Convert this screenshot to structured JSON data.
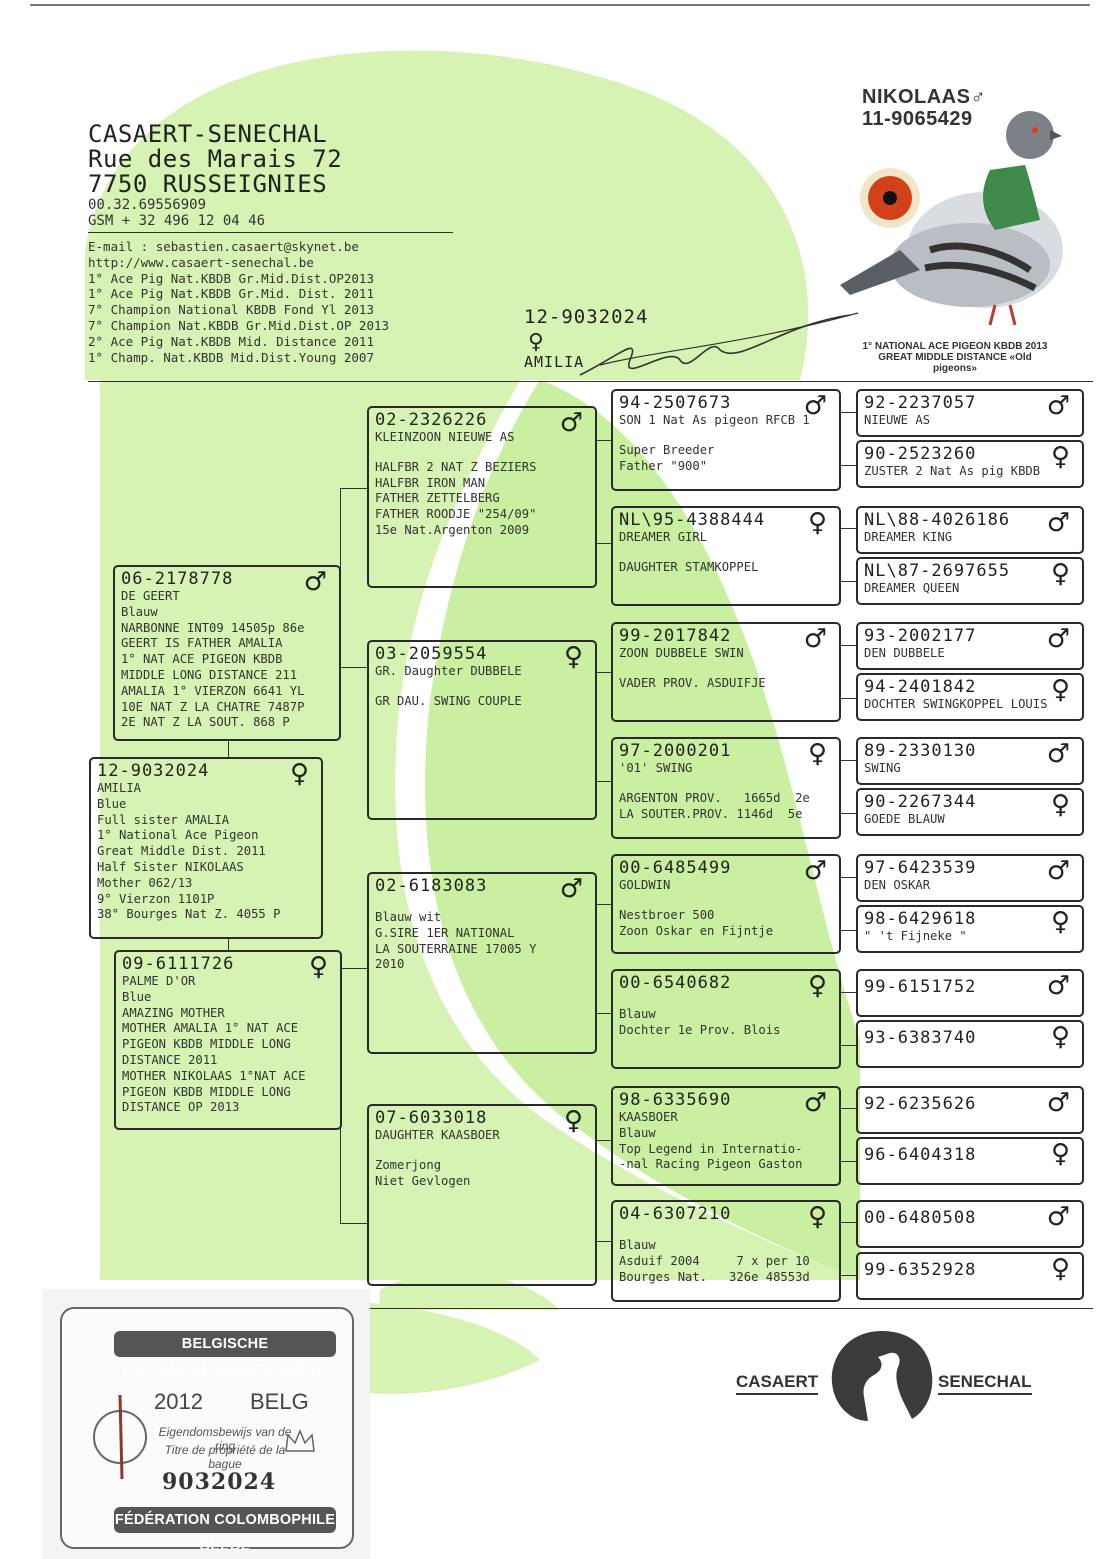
{
  "breeder": {
    "name": "CASAERT-SENECHAL",
    "street": "Rue des Marais 72",
    "city": "7750 RUSSEIGNIES",
    "phone": "00.32.69556909",
    "gsm": "GSM + 32 496 12 04 46",
    "email": "E-mail : sebastien.casaert@skynet.be",
    "website": "http://www.casaert-senechal.be",
    "achievements": [
      "1° Ace Pig Nat.KBDB Gr.Mid.Dist.OP2013",
      "1° Ace Pig Nat.KBDB Gr.Mid. Dist. 2011",
      "7° Champion National KBDB Fond Yl 2013",
      "7° Champion Nat.KBDB Gr.Mid.Dist.OP 2013",
      "2° Ace Pig Nat.KBDB Mid. Distance 2011",
      "1° Champ. Nat.KBDB Mid.Dist.Young 2007"
    ]
  },
  "subject": {
    "ring": "12-9032024",
    "sex": "♀",
    "name": "AMILIA"
  },
  "featured": {
    "name": "NIKOLAAS♂",
    "ring": "11-9065429",
    "caption1": "1° NATIONAL ACE PIGEON KBDB 2013",
    "caption2": "GREAT MIDDLE DISTANCE «Old pigeons»"
  },
  "pedigree": {
    "subject": {
      "ring": "12-9032024",
      "sex": "♀",
      "lines": [
        "AMILIA",
        "Blue",
        "Full sister AMALIA",
        "1° National Ace Pigeon",
        "Great Middle Dist. 2011",
        "Half Sister NIKOLAAS",
        "Mother 062/13",
        "9° Vierzon 1101P",
        "38° Bourges Nat Z. 4055 P"
      ]
    },
    "sire": {
      "ring": "06-2178778",
      "sex": "♂",
      "lines": [
        "DE GEERT",
        "Blauw",
        "NARBONNE INT09 14505p 86e",
        "GEERT IS FATHER AMALIA",
        "1° NAT ACE PIGEON KBDB",
        "MIDDLE LONG DISTANCE 211",
        "AMALIA 1° VIERZON 6641 YL",
        "10E NAT Z LA CHATRE 7487P",
        "2E NAT Z LA SOUT. 868 P"
      ]
    },
    "dam": {
      "ring": "09-6111726",
      "sex": "♀",
      "lines": [
        "PALME D'OR",
        "Blue",
        "AMAZING MOTHER",
        "MOTHER AMALIA 1° NAT ACE",
        "PIGEON KBDB MIDDLE LONG",
        "DISTANCE 2011",
        "MOTHER NIKOLAAS 1°NAT ACE",
        "PIGEON KBDB MIDDLE LONG",
        "DISTANCE OP 2013"
      ]
    },
    "gen3": [
      {
        "ring": "02-2326226",
        "sex": "♂",
        "lines": [
          "KLEINZOON NIEUWE AS",
          "",
          "HALFBR 2 NAT Z BEZIERS",
          "HALFBR IRON MAN",
          "FATHER ZETTELBERG",
          "FATHER ROODJE \"254/09\"",
          "15e Nat.Argenton 2009"
        ]
      },
      {
        "ring": "03-2059554",
        "sex": "♀",
        "lines": [
          "GR. Daughter DUBBELE",
          "",
          "GR DAU. SWING COUPLE"
        ]
      },
      {
        "ring": "02-6183083",
        "sex": "♂",
        "lines": [
          "",
          "Blauw wit",
          "G.SIRE 1ER NATIONAL",
          "LA SOUTERRAINE 17005 Y",
          "2010"
        ]
      },
      {
        "ring": "07-6033018",
        "sex": "♀",
        "lines": [
          "DAUGHTER KAASBOER",
          "",
          "Zomerjong",
          "Niet Gevlogen"
        ]
      }
    ],
    "gen4": [
      {
        "ring": "94-2507673",
        "sex": "♂",
        "lines": [
          "SON 1 Nat As pigeon RFCB 1",
          "",
          "Super Breeder",
          "Father \"900\""
        ]
      },
      {
        "ring": "NL\\95-4388444",
        "sex": "♀",
        "lines": [
          "DREAMER GIRL",
          "",
          "DAUGHTER STAMKOPPEL"
        ]
      },
      {
        "ring": "99-2017842",
        "sex": "♂",
        "lines": [
          "ZOON DUBBELE SWIN",
          "",
          "VADER PROV. ASDUIFJE"
        ]
      },
      {
        "ring": "97-2000201",
        "sex": "♀",
        "lines": [
          "'01' SWING",
          "",
          "ARGENTON PROV.   1665d  2e",
          "LA SOUTER.PROV. 1146d  5e"
        ]
      },
      {
        "ring": "00-6485499",
        "sex": "♂",
        "lines": [
          "GOLDWIN",
          "",
          "Nestbroer 500",
          "Zoon Oskar en Fijntje"
        ]
      },
      {
        "ring": "00-6540682",
        "sex": "♀",
        "lines": [
          "",
          "Blauw",
          "Dochter 1e Prov. Blois"
        ]
      },
      {
        "ring": "98-6335690",
        "sex": "♂",
        "lines": [
          "KAASBOER",
          "Blauw",
          "Top Legend in Internatio-",
          "-nal Racing Pigeon Gaston"
        ]
      },
      {
        "ring": "04-6307210",
        "sex": "♀",
        "lines": [
          "",
          "Blauw",
          "Asduif 2004     7 x per 10",
          "Bourges Nat.   326e 48553d"
        ]
      }
    ],
    "gen5": [
      {
        "ring": "92-2237057",
        "sex": "♂",
        "line": "NIEUWE AS"
      },
      {
        "ring": "90-2523260",
        "sex": "♀",
        "line": "ZUSTER 2 Nat As pig KBDB"
      },
      {
        "ring": "NL\\88-4026186",
        "sex": "♂",
        "line": "DREAMER KING"
      },
      {
        "ring": "NL\\87-2697655",
        "sex": "♀",
        "line": "DREAMER QUEEN"
      },
      {
        "ring": "93-2002177",
        "sex": "♂",
        "line": "DEN DUBBELE"
      },
      {
        "ring": "94-2401842",
        "sex": "♀",
        "line": "DOCHTER SWINGKOPPEL LOUIS"
      },
      {
        "ring": "89-2330130",
        "sex": "♂",
        "line": "SWING"
      },
      {
        "ring": "90-2267344",
        "sex": "♀",
        "line": "GOEDE BLAUW"
      },
      {
        "ring": "97-6423539",
        "sex": "♂",
        "line": "DEN OSKAR"
      },
      {
        "ring": "98-6429618",
        "sex": "♀",
        "line": "\" 't Fijneke \""
      },
      {
        "ring": "99-6151752",
        "sex": "♂",
        "line": ""
      },
      {
        "ring": "93-6383740",
        "sex": "♀",
        "line": ""
      },
      {
        "ring": "92-6235626",
        "sex": "♂",
        "line": ""
      },
      {
        "ring": "96-6404318",
        "sex": "♀",
        "line": ""
      },
      {
        "ring": "00-6480508",
        "sex": "♂",
        "line": ""
      },
      {
        "ring": "99-6352928",
        "sex": "♀",
        "line": ""
      }
    ]
  },
  "ring_card": {
    "top": "BELGISCHE DUIVENLIEFHEBBERSBOND",
    "year": "2012",
    "country": "BELG",
    "line1": "Eigendomsbewijs van de ring",
    "line2": "Titre de propriété de la bague",
    "number": "9032024",
    "bottom": "FÉDÉRATION COLOMBOPHILE BELGE"
  },
  "logo": {
    "left": "CASAERT",
    "right": "SENECHAL"
  },
  "colors": {
    "green": "#d6f3b4",
    "ink": "#2a2a2a",
    "eye": "#d2421a"
  }
}
